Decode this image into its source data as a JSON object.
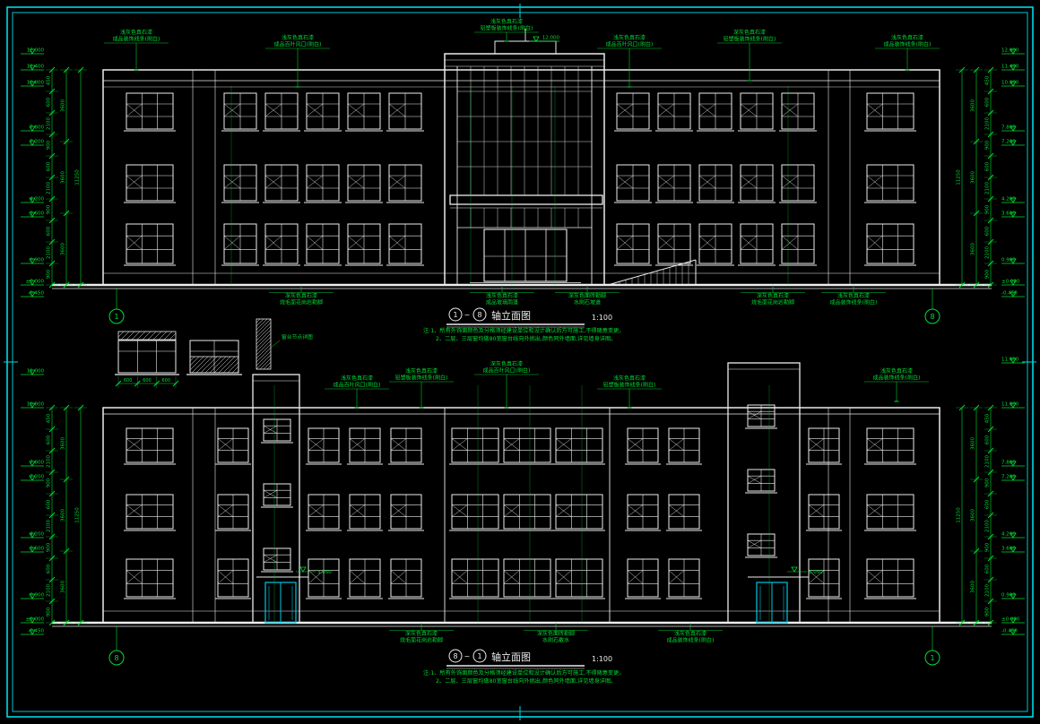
{
  "colors": {
    "background": "#000000",
    "frame": "#00d9e6",
    "line": "#ececec",
    "dimension": "#00dd33",
    "door": "#00c6e0"
  },
  "title_separator": "~",
  "top_elevation": {
    "axis_left": "1",
    "axis_right": "8",
    "title_text": "轴立面图",
    "scale": "1:100",
    "roof_level": "12.000",
    "levels_left": [
      "12.000",
      "11.400",
      "10.800",
      "7.800",
      "7.200",
      "4.200",
      "3.600",
      "0.900",
      "±0.000",
      "-0.450"
    ],
    "levels_right": [
      "12.000",
      "11.400",
      "10.800",
      "7.800",
      "7.200",
      "4.200",
      "3.600",
      "0.900",
      "±0.000",
      "-0.450"
    ],
    "dims_detail": [
      "450",
      "600",
      "2100",
      "900",
      "600",
      "2100",
      "900",
      "600",
      "2100",
      "900"
    ],
    "dims_floor": [
      "3600",
      "3600",
      "3600"
    ],
    "dims_total": [
      "11250"
    ],
    "annotations_top": [
      {
        "l1": "浅灰色真石漆",
        "l2": "成品装饰线条(刷白)"
      },
      {
        "l1": "浅灰色真石漆",
        "l2": "成品百叶风口(刷白)"
      },
      {
        "l1": "浅灰色真石漆",
        "l2": "铝塑板装饰线条(刷白)"
      },
      {
        "l1": "浅灰色真石漆",
        "l2": "成品百叶风口(刷白)"
      },
      {
        "l1": "深灰色真石漆",
        "l2": "铝塑板装饰线条(刷白)"
      },
      {
        "l1": "浅灰色真石漆",
        "l2": "成品装饰线条(刷白)"
      }
    ],
    "annotations_bottom": [
      {
        "l1": "深灰色真石漆",
        "l2": "烧毛面花岗岩勒脚"
      },
      {
        "l1": "浅灰色真石漆",
        "l2": "成品玻璃雨篷"
      },
      {
        "l1": "深灰色面砖勒脚",
        "l2": "水刷石坡道"
      },
      {
        "l1": "深灰色真石漆",
        "l2": "烧毛面花岗岩勒脚"
      },
      {
        "l1": "浅灰色真石漆",
        "l2": "成品装饰线条(刷白)"
      }
    ],
    "notes": [
      "注:1、所有外饰面颜色及分格须经建设单位和设计确认后方可施工,不得随意变更。",
      "2、二层、三层窗均做80宽窗台线向外挑出,颜色同外墙面,详见墙身详图。"
    ]
  },
  "bottom_elevation": {
    "axis_left": "8",
    "axis_right": "1",
    "title_text": "轴立面图",
    "scale": "1:100",
    "canopy_level": "3.050",
    "levels_left": [
      "11.000",
      "10.800",
      "7.800",
      "7.200",
      "4.200",
      "3.600",
      "0.900",
      "±0.000",
      "-0.450"
    ],
    "levels_right": [
      "11.600",
      "11.000",
      "7.800",
      "7.200",
      "4.200",
      "3.600",
      "0.900",
      "±0.000",
      "-0.450"
    ],
    "dims_detail": [
      "450",
      "600",
      "2100",
      "900",
      "600",
      "2100",
      "900",
      "600",
      "2100",
      "900"
    ],
    "dims_floor": [
      "3600",
      "3600",
      "3600"
    ],
    "dims_total": [
      "11250"
    ],
    "details": {
      "label": "窗台节点详图",
      "dims": [
        "600",
        "600",
        "600"
      ]
    },
    "annotations_top": [
      {
        "l1": "浅灰色真石漆",
        "l2": "成品百叶风口(刷白)"
      },
      {
        "l1": "浅灰色真石漆",
        "l2": "铝塑板装饰线条(刷白)"
      },
      {
        "l1": "深灰色真石漆",
        "l2": "成品百叶风口(刷白)"
      },
      {
        "l1": "浅灰色真石漆",
        "l2": "铝塑板装饰线条(刷白)"
      },
      {
        "l1": "浅灰色真石漆",
        "l2": "成品装饰线条(刷白)"
      }
    ],
    "annotations_bottom": [
      {
        "l1": "深灰色真石漆",
        "l2": "烧毛面花岗岩勒脚"
      },
      {
        "l1": "深灰色面砖勒脚",
        "l2": "水刷石散水"
      },
      {
        "l1": "浅灰色真石漆",
        "l2": "成品装饰线条(刷白)"
      }
    ],
    "notes": [
      "注:1、所有外饰面颜色及分格须经建设单位和设计确认后方可施工,不得随意变更。",
      "2、二层、三层窗均做80宽窗台线向外挑出,颜色同外墙面,详见墙身详图。"
    ]
  }
}
